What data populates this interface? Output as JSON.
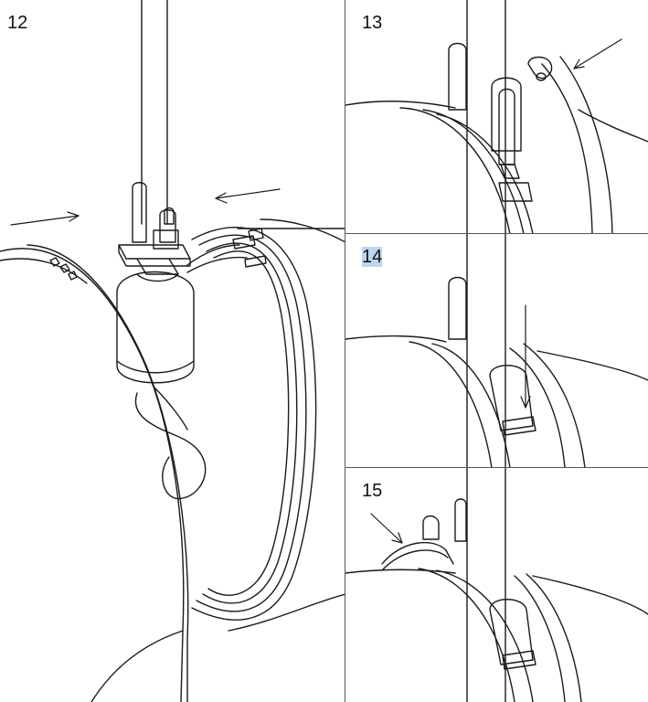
{
  "steps": {
    "s12": "12",
    "s13": "13",
    "s14": "14",
    "s15": "15"
  },
  "colors": {
    "line": "#1a1a1a",
    "background": "#ffffff",
    "highlight": "#bcd6f0"
  }
}
